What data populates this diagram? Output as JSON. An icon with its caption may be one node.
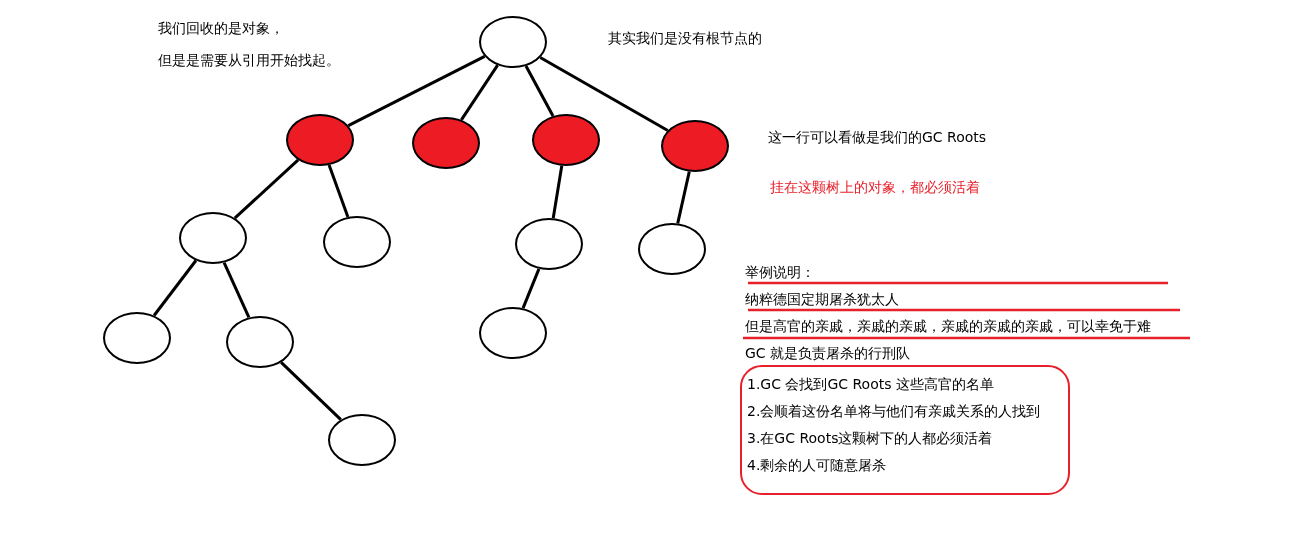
{
  "diagram": {
    "nodes": [
      {
        "text": [],
        "shape": "circle"
      },
      {
        "text": [],
        "shape": "circle"
      },
      {
        "text": [],
        "shape": "circle"
      },
      {
        "text": [],
        "shape": "circle"
      },
      {
        "text": [],
        "shape": "circle"
      },
      {
        "text": [],
        "shape": "circle"
      },
      {
        "text": [],
        "shape": "circle"
      },
      {
        "text": [],
        "shape": "circle"
      },
      {
        "text": [],
        "shape": "circle"
      },
      {
        "text": [],
        "shape": "circle"
      },
      {
        "text": [],
        "shape": "circle"
      },
      {
        "text": [],
        "shape": "circle"
      },
      {
        "text": [],
        "shape": "circle"
      },
      {
        "text": [
          "1.GC 会找到GC Roots 这些高官的名单",
          "2.会顺着这份名单将与他们有亲戚关系的人找到",
          "3.在GC Roots这颗树下的人都必须活着",
          "4.剩余的人可随意屠杀"
        ]
      }
    ],
    "edges": [
      {
        "from": 0,
        "to": 1,
        "arrow": "none"
      },
      {
        "from": 0,
        "to": 2,
        "arrow": "none"
      },
      {
        "from": 0,
        "to": 3,
        "arrow": "none"
      },
      {
        "from": 0,
        "to": 4,
        "arrow": "none"
      },
      {
        "from": 1,
        "to": 5,
        "arrow": "none"
      },
      {
        "from": 1,
        "to": 6,
        "arrow": "none"
      },
      {
        "from": 3,
        "to": 7,
        "arrow": "none"
      },
      {
        "from": 4,
        "to": 8,
        "arrow": "none"
      },
      {
        "from": 5,
        "to": 9,
        "arrow": "none"
      },
      {
        "from": 5,
        "to": 10,
        "arrow": "none"
      },
      {
        "from": 7,
        "to": 11,
        "arrow": "none"
      },
      {
        "from": 10,
        "to": 12,
        "arrow": "none"
      }
    ],
    "labels": [
      "我们回收的是对象，",
      "但是是需要从引用开始找起。",
      "其实我们是没有根节点的",
      "这一行可以看做是我们的GC Roots",
      "挂在这颗树上的对象，都必须活着",
      "举例说明：",
      "纳粹德国定期屠杀犹太人",
      "但是高官的亲戚，亲戚的亲戚，亲戚的亲戚的亲戚，可以幸免于难",
      "GC 就是负责屠杀的行刑队"
    ]
  }
}
